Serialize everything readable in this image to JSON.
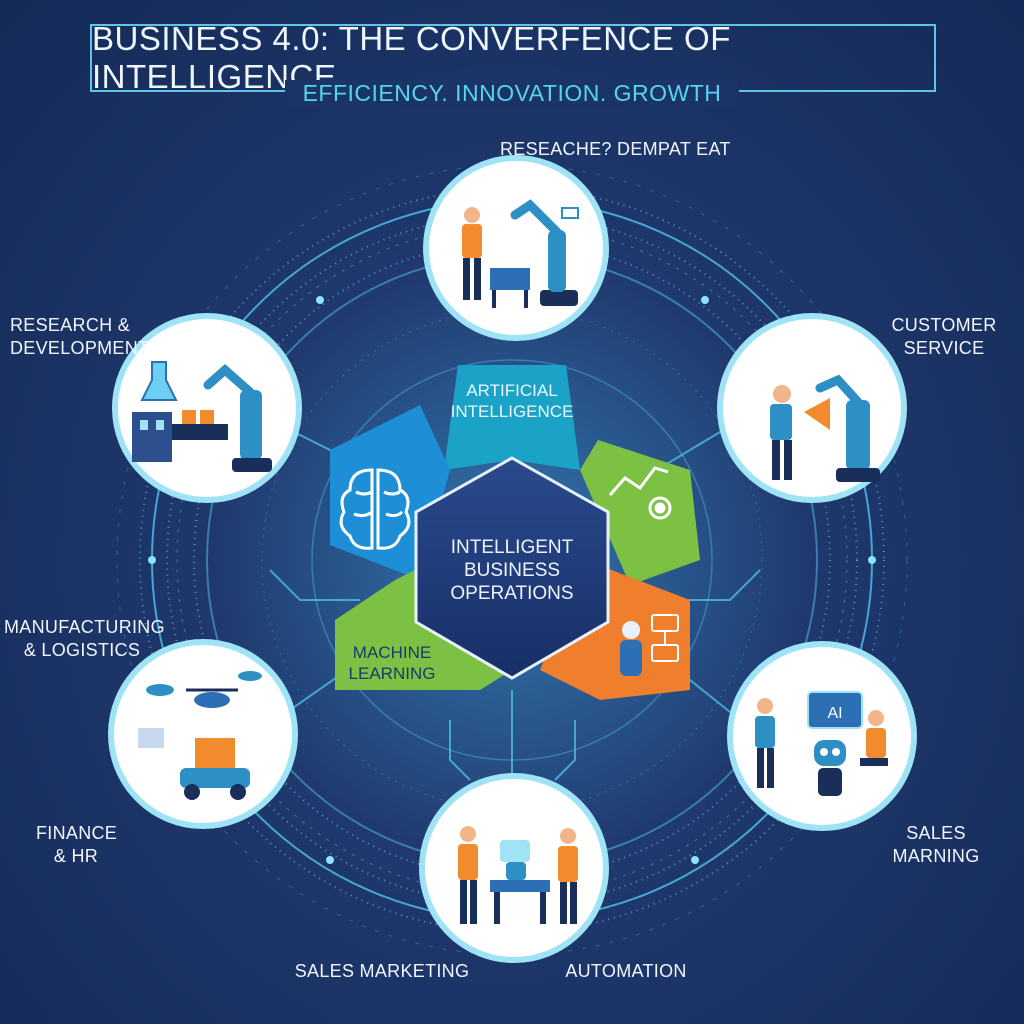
{
  "header": {
    "title": "BUSINESS 4.0: THE CONVERFENCE OF INTELLIGENCE",
    "subtitle": "EFFICIENCY. INNOVATION. GROWTH"
  },
  "hub": {
    "label": "INTELLIGENT\nBUSINESS\nOPERATIONS"
  },
  "wedges": {
    "ai": "ARTIFICIAL\nINTELLIGENCE",
    "ml": "MACHINE\nLEARNING"
  },
  "nodes": {
    "top": "RESEACHE? DEMPAT EAT",
    "research": "RESEARCH &\nDEVELOPMENT",
    "customer": "CUSTOMER\nSERVICE",
    "manufacturing": "MANUFACTURING\n& LOGISTICS",
    "finance": "FINANCE\n& HR",
    "sales_marning": "SALES\nMARNING",
    "sales_marketing": "SALES MARKETING",
    "automation": "AUTOMATION"
  },
  "illustration_text": {
    "ai_screen": "AI"
  },
  "colors": {
    "accent": "#5fc6e6",
    "wedge_blue": "#1e9fd8",
    "wedge_green": "#7cc143",
    "wedge_orange": "#f07f2d",
    "wedge_teal": "#1aa3c7",
    "hub": "#1f3a78",
    "person_shirt": "#f28a2e",
    "robot": "#2d8fc4"
  }
}
